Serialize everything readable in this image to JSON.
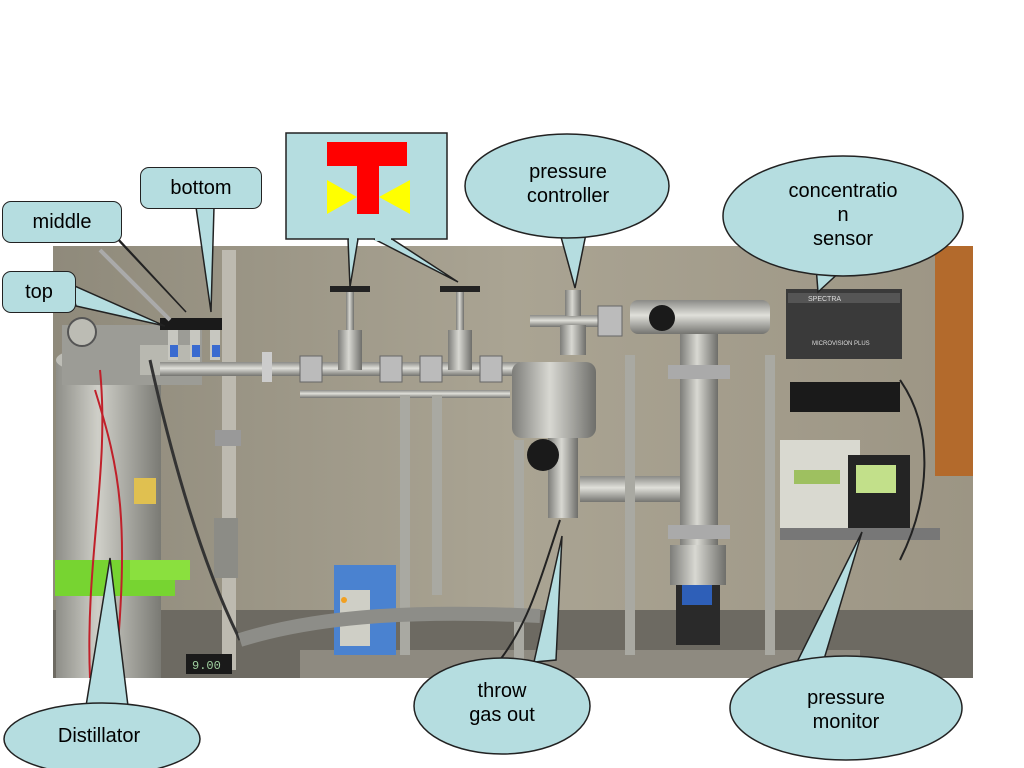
{
  "labels": {
    "bottom": "bottom",
    "middle": "middle",
    "top": "top",
    "pressure_controller": "pressure\ncontroller",
    "concentration_sensor": "concentratio\nn\nsensor",
    "throw_gas_out": "throw\ngas out",
    "pressure_monitor": "pressure\nmonitor",
    "distillator": "Distillator"
  },
  "device_text": {
    "sensor_brand": "SPECTRA",
    "sensor_model": "MICROVISION PLUS",
    "gauge_readout": "9.00"
  },
  "colors": {
    "callout_fill": "#b5dde0",
    "valve_symbol_red": "#ff0000",
    "valve_symbol_yellow": "#ffff00",
    "lab_wall": "#a39d8c"
  }
}
